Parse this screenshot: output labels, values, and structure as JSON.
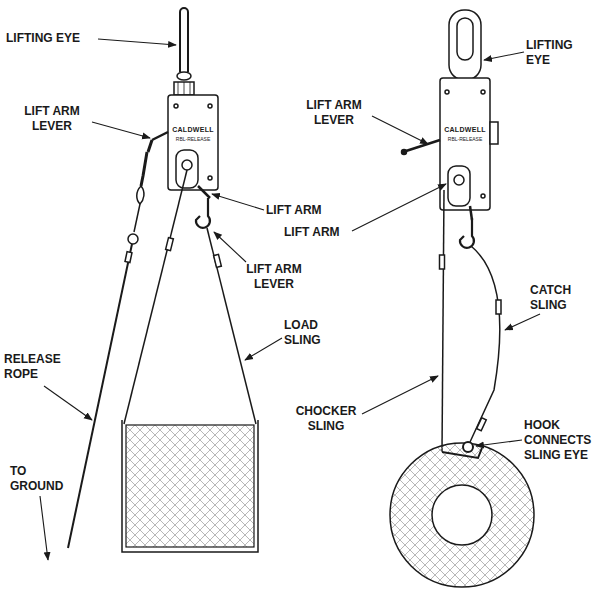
{
  "diagram": {
    "labels": [
      "LIFTING EYE",
      "LIFT ARM LEVER",
      "LIFT ARM",
      "LIFT ARM LEVER",
      "LOAD SLING",
      "RELEASE ROPE",
      "TO GROUND",
      "LIFTING EYE",
      "LIFT ARM LEVER",
      "LIFT ARM",
      "CATCH SLING",
      "CHOCKER SLING",
      "HOOK CONNECTS SLING EYE",
      "CALDWELL",
      "RBL-RELEASE",
      "CALDWELL",
      "RBL-RELEASE"
    ]
  }
}
